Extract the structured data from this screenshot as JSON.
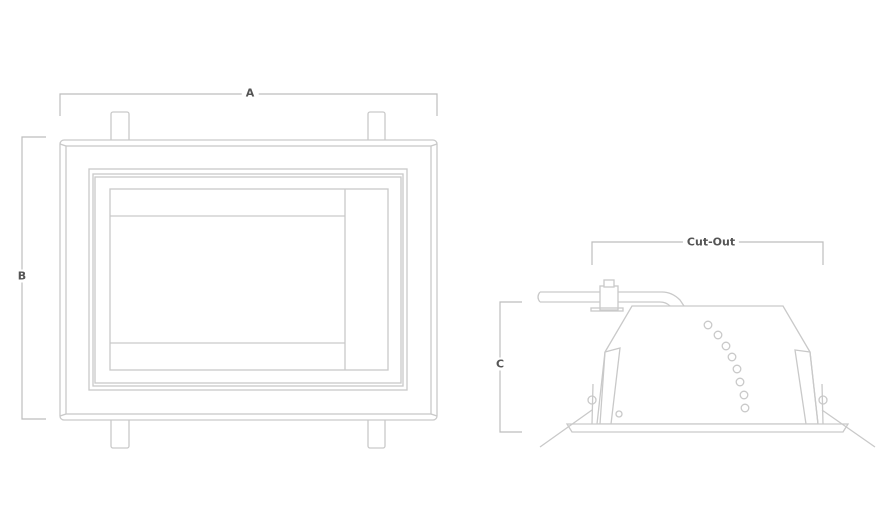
{
  "labels": {
    "dim_a": "A",
    "dim_b": "B",
    "dim_c": "C",
    "cut_out": "Cut-Out"
  },
  "colors": {
    "line": "#c9c9c9",
    "text": "#555555"
  }
}
